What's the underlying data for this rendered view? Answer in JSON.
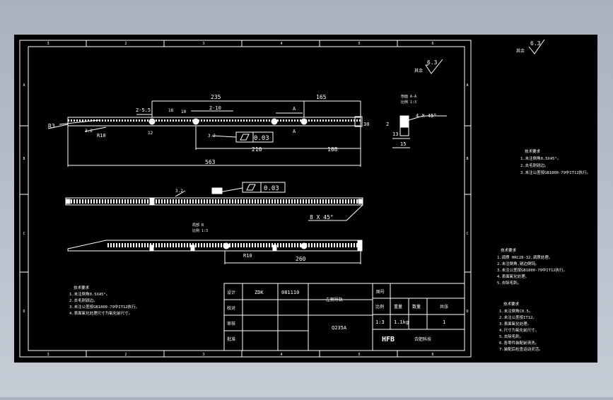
{
  "colors": {
    "canvas": "#000000",
    "line": "#ffffff",
    "frame": "#ffffff"
  },
  "grid": {
    "top": [
      "3",
      "2",
      "3",
      "4",
      "5",
      "6"
    ],
    "left": [
      "A",
      "B",
      "C",
      "D"
    ],
    "right": [
      "A",
      "B",
      "C",
      "D"
    ],
    "bottom": [
      "3",
      "2",
      "3",
      "4",
      "5",
      "6"
    ]
  },
  "dims": {
    "d235": "235",
    "d165": "165",
    "d2_55": "2-5.5",
    "d2_10": "2-10",
    "dR3": "R3",
    "dR10a": "R10",
    "d32a": "3.2",
    "d12": "12",
    "d16": "16",
    "d10": "10",
    "dA": "A",
    "dA2": "A",
    "d30": "30",
    "d32b": "3.2",
    "d210": "210",
    "d108": "108",
    "d563": "563",
    "tol1": "0.03",
    "tol2": "0.03",
    "d32c": "3.2",
    "chamfer1": "8 X 45°",
    "dR10b": "R10",
    "d260": "260",
    "secA": "剖面 A-A",
    "secA_scale": "比例 1:3",
    "chamfer2": "4 X 45°",
    "d2": "2",
    "d13": "13",
    "d15": "15",
    "detail": "局部 B",
    "detail_scale": "比例 1:3"
  },
  "roughness": {
    "top": "6.3",
    "top_label": "其余",
    "mid": "6.3",
    "mid_label": "其余"
  },
  "notes": {
    "left_title": "技术要求",
    "left_lines": [
      "1.未注倒角0.5X45°。",
      "2.去毛刺锐边。",
      "3.未注公差按GB1800-79中IT12执行。",
      "4.表面氧化处理尺寸为氧化前尺寸。"
    ],
    "right1_title": "技术要求",
    "right1_lines": [
      "1.未注倒角0.5X45°。",
      "2.去毛刺锐边。",
      "3.未注公差按GB1800-79中IT12执行。"
    ],
    "right2_title": "技术要求",
    "right2_lines": [
      "1.调质 HRC28-32,调质处理。",
      "2.未注倒角,锐边倒钝。",
      "3.未注公差按GB1800-79中IT12执行。",
      "4.表面氧化处理。",
      "5.去除毛刺。"
    ],
    "right3_title": "技术要求",
    "right3_lines": [
      "1.未注倒角C0.5。",
      "2.未注公差按IT12。",
      "3.表面氧化处理。",
      "4.尺寸为氧化前尺寸。",
      "5.去除毛刺。",
      "6.各零件装配前清洗。",
      "7.装配后检查运动灵活。"
    ]
  },
  "titleblock": {
    "r1c1": "设计",
    "r1c2": "ZDK",
    "r1c3": "081110",
    "r2c1": "校对",
    "r3c1": "审核",
    "r4c1": "批准",
    "part_name": "左侧导轨",
    "material": "Q235A",
    "drawing_no": "图号",
    "h_scale": "比例",
    "h_weight": "重量",
    "h_count": "数量",
    "h_sheet": "共张",
    "scale": "1:3",
    "weight": "1.1kg",
    "qty": "1",
    "logo": "HFB",
    "company": "合肥科技"
  }
}
